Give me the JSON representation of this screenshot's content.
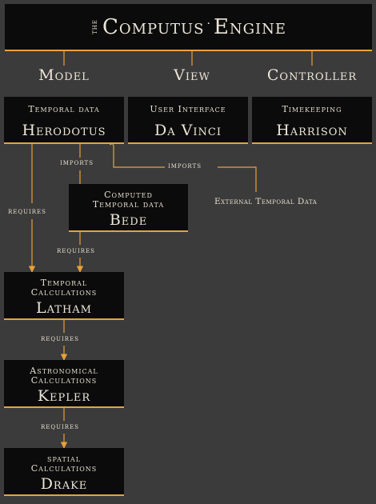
{
  "title": {
    "prefix": "the",
    "word1": "Computus",
    "separator": "·",
    "word2": "Engine"
  },
  "sections": {
    "model": "Model",
    "view": "View",
    "controller": "Controller"
  },
  "nodes": {
    "herodotus": {
      "subtitle": "Temporal data",
      "name": "Herodotus"
    },
    "davinci": {
      "subtitle": "User Interface",
      "name": "Da Vinci"
    },
    "harrison": {
      "subtitle": "Timekeeping",
      "name": "Harrison"
    },
    "bede": {
      "subtitle_line1": "Computed",
      "subtitle_line2": "Temporal data",
      "name": "Bede"
    },
    "latham": {
      "subtitle_line1": "Temporal",
      "subtitle_line2": "Calculations",
      "name": "Latham"
    },
    "kepler": {
      "subtitle_line1": "Astronomical",
      "subtitle_line2": "Calculations",
      "name": "Kepler"
    },
    "drake": {
      "subtitle_line1": "spatial",
      "subtitle_line2": "Calculations",
      "name": "Drake"
    }
  },
  "edge_labels": {
    "bede_imports": "imports",
    "external_imports": "imports",
    "herodotus_requires_latham": "requires",
    "bede_requires_latham": "requires",
    "latham_requires_kepler": "requires",
    "kepler_requires_drake": "requires"
  },
  "external": "External Temporal Data",
  "colors": {
    "background": "#3b3b3b",
    "box": "#0b0b0b",
    "accent": "#e9a23b",
    "text": "#ece6d8"
  }
}
